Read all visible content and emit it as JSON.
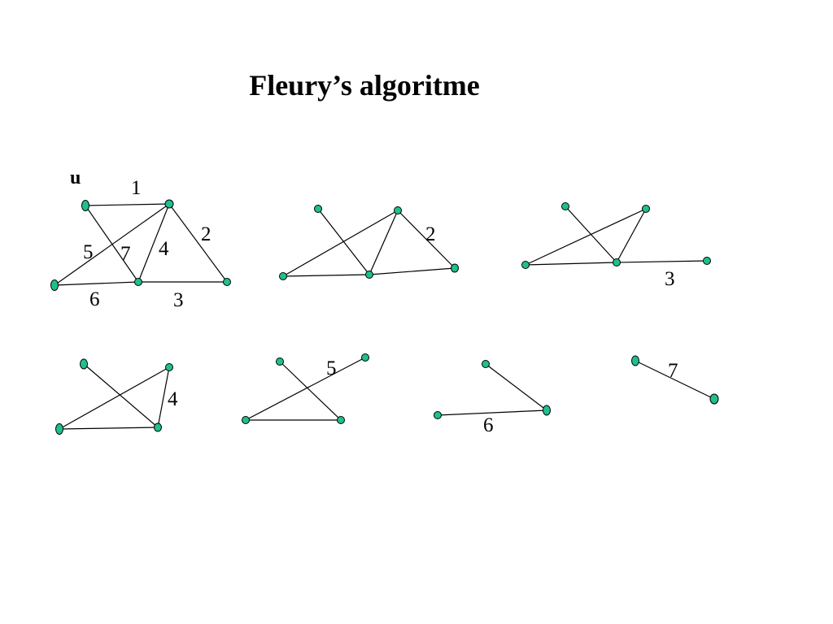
{
  "slide": {
    "title": "Fleury’s algoritme"
  },
  "colors": {
    "node_fill": "#1fbf8f",
    "edge": "#000000",
    "background": "#ffffff"
  },
  "graph": {
    "start_vertex_label": "u",
    "edge_labels": [
      "1",
      "2",
      "3",
      "4",
      "5",
      "6",
      "7"
    ]
  },
  "steps": [
    {
      "step": 1,
      "edges_remaining": 7,
      "labels_shown": [
        "1",
        "2",
        "3",
        "4",
        "5",
        "6",
        "7"
      ]
    },
    {
      "step": 2,
      "edges_remaining": 6,
      "labels_shown": [
        "2"
      ]
    },
    {
      "step": 3,
      "edges_remaining": 5,
      "labels_shown": [
        "3"
      ]
    },
    {
      "step": 4,
      "edges_remaining": 4,
      "labels_shown": [
        "4"
      ]
    },
    {
      "step": 5,
      "edges_remaining": 3,
      "labels_shown": [
        "5"
      ]
    },
    {
      "step": 6,
      "edges_remaining": 2,
      "labels_shown": [
        "6"
      ]
    },
    {
      "step": 7,
      "edges_remaining": 1,
      "labels_shown": [
        "7"
      ]
    }
  ]
}
